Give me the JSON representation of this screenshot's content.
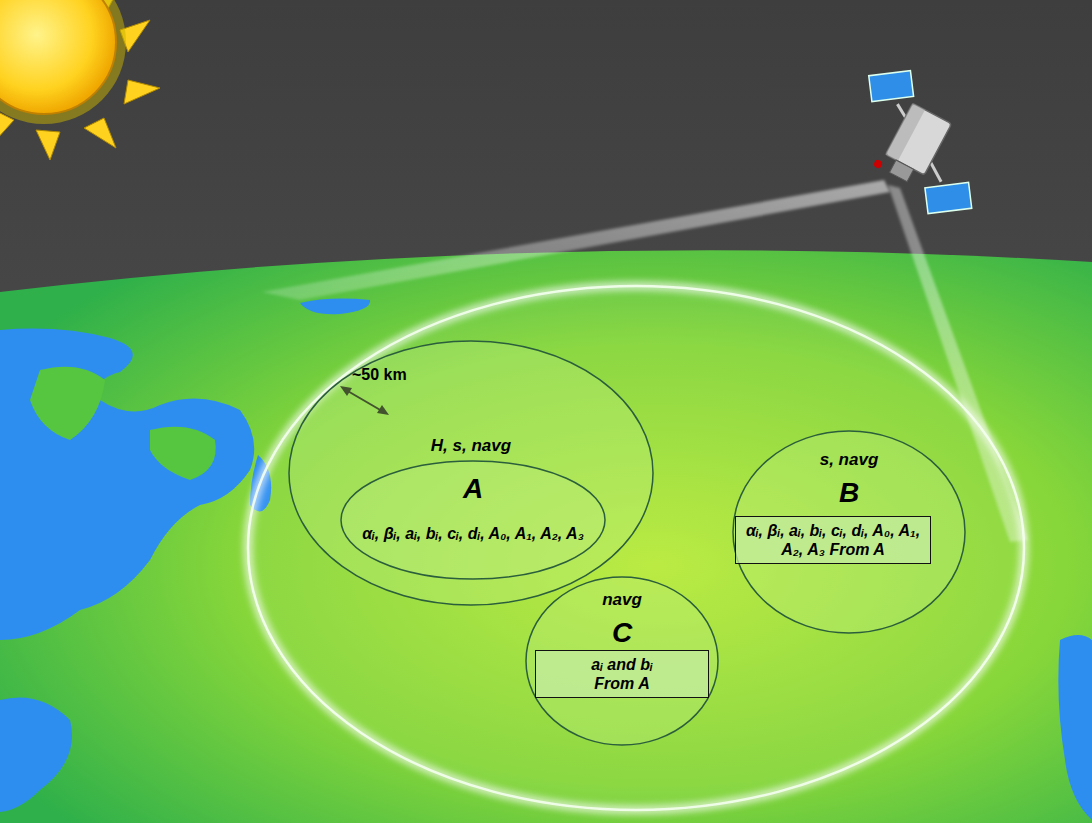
{
  "diagram": {
    "nodes": [
      {
        "text": [
          "H, s, navg"
        ]
      },
      {
        "text": [
          "A",
          "αᵢ, βᵢ, aᵢ, bᵢ, cᵢ, dᵢ, A₀, A₁, A₂, A₃"
        ],
        "in": 0
      },
      {
        "text": [
          "s, navg",
          "B"
        ]
      },
      {
        "text": [
          "αᵢ, βᵢ, aᵢ, bᵢ, cᵢ, dᵢ, A₀, A₁, A₂, A₃ From A"
        ],
        "in": 2
      },
      {
        "text": [
          "navg",
          "C"
        ]
      },
      {
        "text": [
          "aᵢ and bᵢ From A"
        ],
        "in": 4
      }
    ],
    "labels": [
      "~50 km"
    ]
  }
}
